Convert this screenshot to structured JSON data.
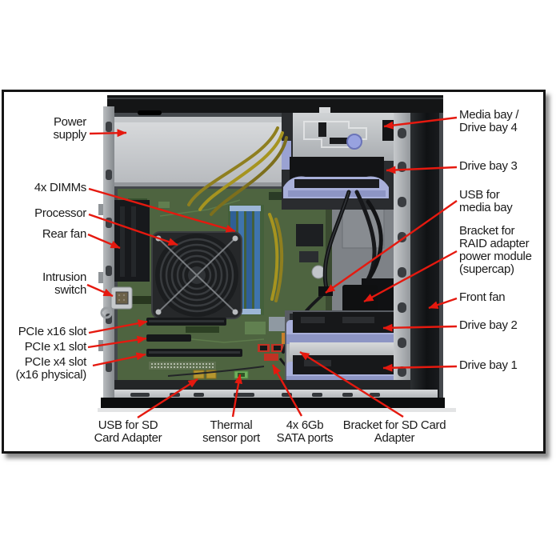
{
  "figure": {
    "colors": {
      "arrow_red": "#e5190f",
      "label_text": "#1a1a1a",
      "frame_border": "#151515",
      "drive_tray_lavender": "#a9b0da",
      "motherboard_green": "#4e6440",
      "dimm_slot_blue": "#3a6ca3",
      "power_supply_gray": "#d6d8da",
      "chassis_black": "#141516"
    },
    "labels": {
      "power_supply": [
        "Power",
        "supply"
      ],
      "dimms": [
        "4x DIMMs"
      ],
      "processor": [
        "Processor"
      ],
      "rear_fan": [
        "Rear fan"
      ],
      "intrusion_switch": [
        "Intrusion",
        "switch"
      ],
      "pcie_x16": [
        "PCIe x16 slot"
      ],
      "pcie_x1": [
        "PCIe x1 slot"
      ],
      "pcie_x4": [
        "PCIe x4 slot",
        "(x16 physical)"
      ],
      "media_bay": [
        "Media bay /",
        "Drive bay 4"
      ],
      "drive_bay_3": [
        "Drive bay 3"
      ],
      "usb_media_bay": [
        "USB for",
        "media bay"
      ],
      "raid_supercap": [
        "Bracket for",
        "RAID adapter",
        "power module",
        "(supercap)"
      ],
      "front_fan": [
        "Front fan"
      ],
      "drive_bay_2": [
        "Drive bay 2"
      ],
      "drive_bay_1": [
        "Drive bay 1"
      ],
      "usb_sd": [
        "USB for SD",
        "Card Adapter"
      ],
      "thermal_sensor": [
        "Thermal",
        "sensor port"
      ],
      "sata_ports": [
        "4x 6Gb",
        "SATA ports"
      ],
      "bracket_sd": [
        "Bracket for SD Card",
        "Adapter"
      ]
    }
  }
}
